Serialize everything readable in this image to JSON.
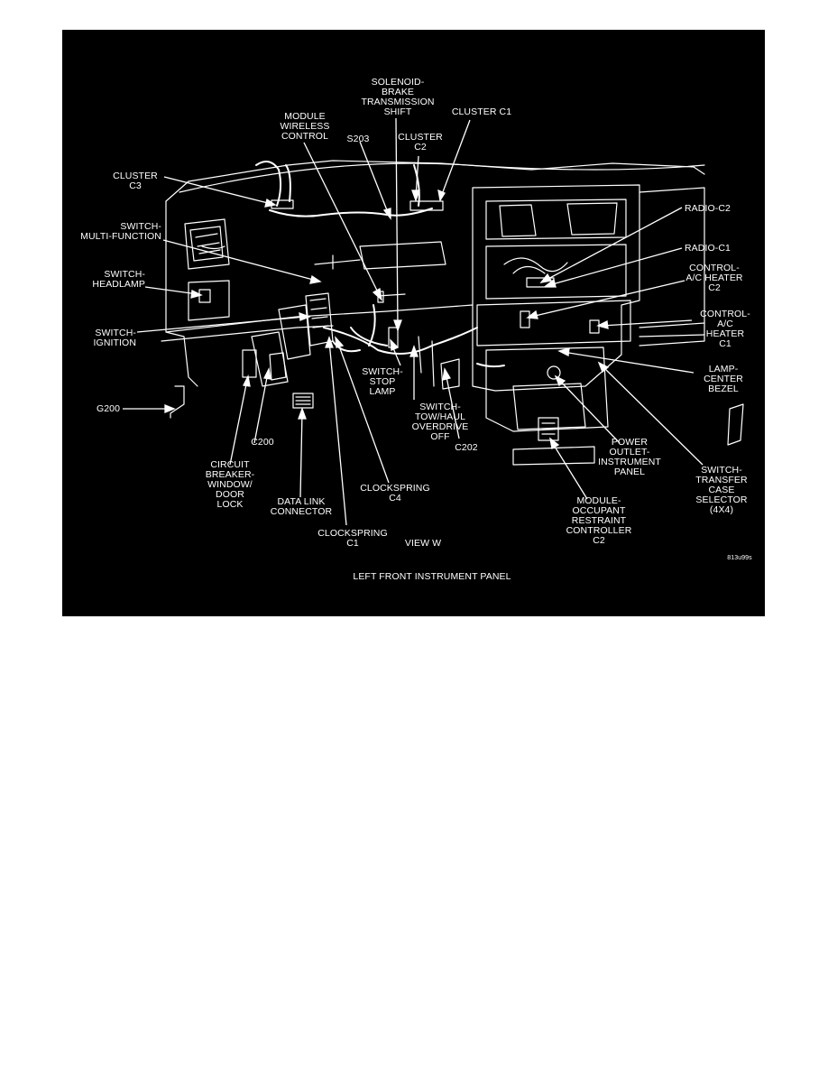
{
  "colors": {
    "background": "#000000",
    "ink": "#ffffff",
    "page": "#ffffff"
  },
  "figure": {
    "caption": "LEFT FRONT INSTRUMENT PANEL",
    "view": "VIEW W",
    "code": "813u99s"
  },
  "labels": {
    "solenoid_brake_transmission_shift": "SOLENOID-\nBRAKE\nTRANSMISSION\nSHIFT",
    "module_wireless_control": "MODULE\nWIRELESS\nCONTROL",
    "s203": "S203",
    "cluster_c2": "CLUSTER\nC2",
    "cluster_c1": "CLUSTER C1",
    "cluster_c3": "CLUSTER\nC3",
    "switch_multi_function": "SWITCH-\nMULTI-FUNCTION",
    "switch_headlamp": "SWITCH-\nHEADLAMP",
    "switch_ignition": "SWITCH-\nIGNITION",
    "g200": "G200",
    "c200": "C200",
    "circuit_breaker_window_door_lock": "CIRCUIT\nBREAKER-\nWINDOW/\nDOOR\nLOCK",
    "data_link_connector": "DATA LINK\nCONNECTOR",
    "clockspring_c1": "CLOCKSPRING\nC1",
    "clockspring_c4": "CLOCKSPRING\nC4",
    "switch_stop_lamp": "SWITCH-\nSTOP\nLAMP",
    "switch_tow_haul_overdrive_off": "SWITCH-\nTOW/HAUL\nOVERDRIVE\nOFF",
    "c202": "C202",
    "radio_c2": "RADIO-C2",
    "radio_c1": "RADIO-C1",
    "control_ac_heater_c2": "CONTROL-\nA/C HEATER\nC2",
    "control_ac_heater_c1": "CONTROL-\nA/C\nHEATER\nC1",
    "lamp_center_bezel": "LAMP-\nCENTER\nBEZEL",
    "power_outlet_instrument_panel": "POWER\nOUTLET-\nINSTRUMENT\nPANEL",
    "switch_transfer_case_selector": "SWITCH-\nTRANSFER\nCASE\nSELECTOR\n(4X4)",
    "module_occupant_restraint_controller_c2": "MODULE-\nOCCUPANT\nRESTRAINT\nCONTROLLER\nC2"
  }
}
